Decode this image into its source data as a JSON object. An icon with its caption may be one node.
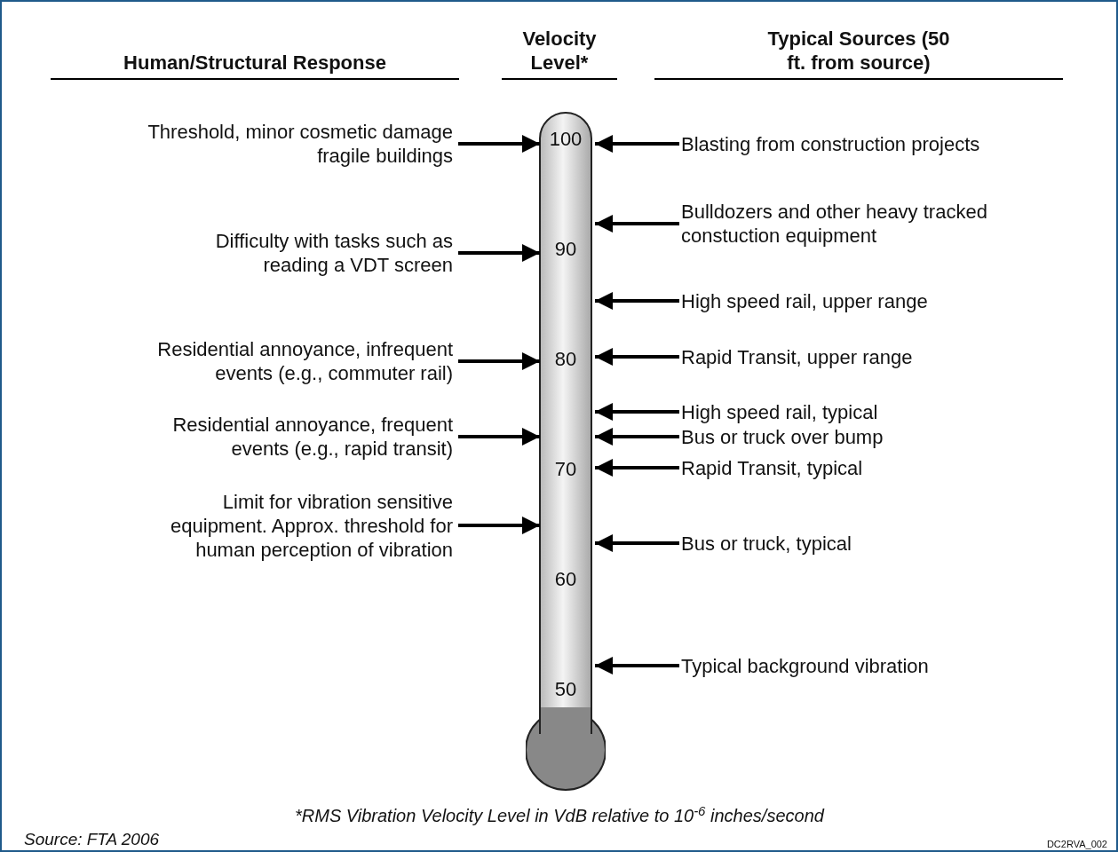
{
  "diagram": {
    "nodes": [
      {
        "text": [],
        "shape": "bar"
      },
      {
        "text": [
          "Threshold, minor cosmetic damage fragile buildings"
        ]
      },
      {
        "text": [
          "Difficulty with tasks such as reading a VDT screen"
        ]
      },
      {
        "text": [
          "Residential annoyance, infrequent events (e.g., commuter rail)"
        ]
      },
      {
        "text": [
          "Residential annoyance, frequent events (e.g., rapid transit)"
        ]
      },
      {
        "text": [
          "Limit for vibration sensitive equipment.  Approx. threshold for human perception of vibration"
        ]
      },
      {
        "text": [
          "Blasting from construction projects"
        ]
      },
      {
        "text": [
          "Bulldozers and other heavy tracked constuction equipment"
        ]
      },
      {
        "text": [
          "High speed rail, upper range"
        ]
      },
      {
        "text": [
          "Rapid Transit, upper range"
        ]
      },
      {
        "text": [
          "High speed rail, typical"
        ]
      },
      {
        "text": [
          "Bus or truck over bump"
        ]
      },
      {
        "text": [
          "Rapid Transit, typical"
        ]
      },
      {
        "text": [
          "Bus or truck, typical"
        ]
      },
      {
        "text": [
          "Typical background vibration"
        ]
      }
    ],
    "edges": [
      {
        "from": 1,
        "to": 0,
        "arrow": "to"
      },
      {
        "from": 2,
        "to": 0,
        "arrow": "to"
      },
      {
        "from": 3,
        "to": 0,
        "arrow": "to"
      },
      {
        "from": 4,
        "to": 0,
        "arrow": "to"
      },
      {
        "from": 5,
        "to": 0,
        "arrow": "to"
      },
      {
        "from": 6,
        "to": 0,
        "arrow": "to"
      },
      {
        "from": 7,
        "to": 0,
        "arrow": "to"
      },
      {
        "from": 8,
        "to": 0,
        "arrow": "to"
      },
      {
        "from": 9,
        "to": 0,
        "arrow": "to"
      },
      {
        "from": 10,
        "to": 0,
        "arrow": "to"
      },
      {
        "from": 11,
        "to": 0,
        "arrow": "to"
      },
      {
        "from": 12,
        "to": 0,
        "arrow": "to"
      },
      {
        "from": 13,
        "to": 0,
        "arrow": "to"
      },
      {
        "from": 14,
        "to": 0,
        "arrow": "to"
      }
    ],
    "labels": [
      "Human/Structural Response",
      "Velocity Level*",
      "Typical Sources (50 ft. from source)",
      "100",
      "90",
      "80",
      "70",
      "60",
      "50",
      "*RMS Vibration Velocity Level in VdB relative to 10$^{-6}$ inches/second",
      "Source: FTA 2006",
      "DC2RVA_002"
    ]
  }
}
